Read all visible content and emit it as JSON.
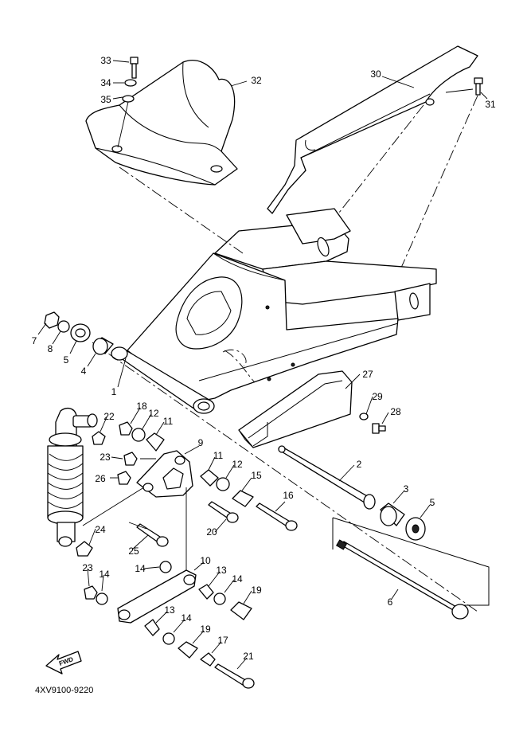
{
  "diagram": {
    "code": "4XV9100-9220",
    "fwd_label": "FWD",
    "parts": [
      {
        "id": "p33",
        "text": "33"
      },
      {
        "id": "p34",
        "text": "34"
      },
      {
        "id": "p35",
        "text": "35"
      },
      {
        "id": "p32",
        "text": "32"
      },
      {
        "id": "p30",
        "text": "30"
      },
      {
        "id": "p31",
        "text": "31"
      },
      {
        "id": "p7",
        "text": "7"
      },
      {
        "id": "p8",
        "text": "8"
      },
      {
        "id": "p5a",
        "text": "5"
      },
      {
        "id": "p4",
        "text": "4"
      },
      {
        "id": "p1",
        "text": "1"
      },
      {
        "id": "p27",
        "text": "27"
      },
      {
        "id": "p29",
        "text": "29"
      },
      {
        "id": "p28",
        "text": "28"
      },
      {
        "id": "p22",
        "text": "22"
      },
      {
        "id": "p18",
        "text": "18"
      },
      {
        "id": "p12a",
        "text": "12"
      },
      {
        "id": "p11a",
        "text": "11"
      },
      {
        "id": "p9",
        "text": "9"
      },
      {
        "id": "p23a",
        "text": "23"
      },
      {
        "id": "p26",
        "text": "26"
      },
      {
        "id": "p11b",
        "text": "11"
      },
      {
        "id": "p12b",
        "text": "12"
      },
      {
        "id": "p15",
        "text": "15"
      },
      {
        "id": "p16",
        "text": "16"
      },
      {
        "id": "p2",
        "text": "2"
      },
      {
        "id": "p3",
        "text": "3"
      },
      {
        "id": "p5b",
        "text": "5"
      },
      {
        "id": "p20",
        "text": "20"
      },
      {
        "id": "p24",
        "text": "24"
      },
      {
        "id": "p25",
        "text": "25"
      },
      {
        "id": "p10",
        "text": "10"
      },
      {
        "id": "p14a",
        "text": "14"
      },
      {
        "id": "p13a",
        "text": "13"
      },
      {
        "id": "p14b",
        "text": "14"
      },
      {
        "id": "p19a",
        "text": "19"
      },
      {
        "id": "p23b",
        "text": "23"
      },
      {
        "id": "p14c",
        "text": "14"
      },
      {
        "id": "p6",
        "text": "6"
      },
      {
        "id": "p13b",
        "text": "13"
      },
      {
        "id": "p14d",
        "text": "14"
      },
      {
        "id": "p19b",
        "text": "19"
      },
      {
        "id": "p17",
        "text": "17"
      },
      {
        "id": "p21",
        "text": "21"
      }
    ]
  }
}
